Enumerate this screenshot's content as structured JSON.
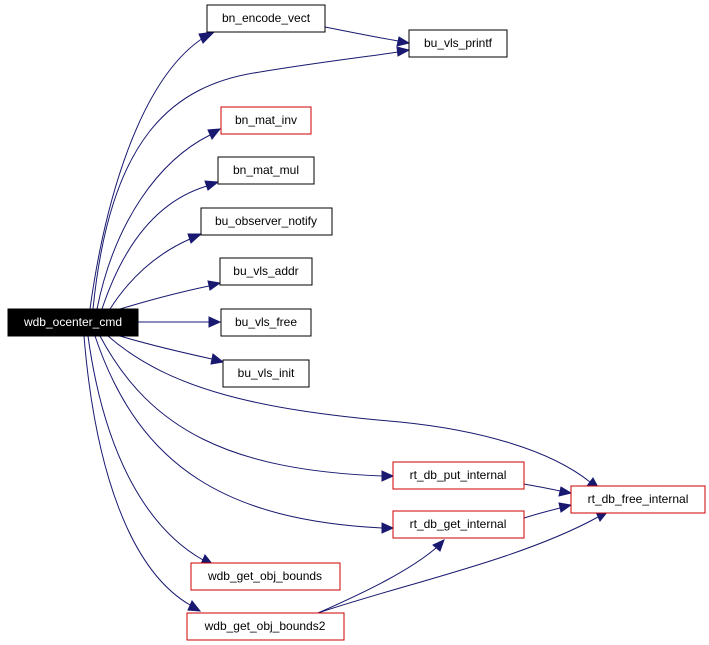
{
  "colors": {
    "root_fill": "#000000",
    "root_text": "#ffffff",
    "node_fill": "#ffffff",
    "node_text": "#000000",
    "black_border": "#000000",
    "red_border": "#cc0000",
    "edge": "#191970"
  },
  "nodes": {
    "root": {
      "label": "wdb_ocenter_cmd",
      "border": "black"
    },
    "bn_encode_vect": {
      "label": "bn_encode_vect",
      "border": "black"
    },
    "bu_vls_printf": {
      "label": "bu_vls_printf",
      "border": "black"
    },
    "bn_mat_inv": {
      "label": "bn_mat_inv",
      "border": "red"
    },
    "bn_mat_mul": {
      "label": "bn_mat_mul",
      "border": "black"
    },
    "bu_observer_notify": {
      "label": "bu_observer_notify",
      "border": "black"
    },
    "bu_vls_addr": {
      "label": "bu_vls_addr",
      "border": "black"
    },
    "bu_vls_free": {
      "label": "bu_vls_free",
      "border": "black"
    },
    "bu_vls_init": {
      "label": "bu_vls_init",
      "border": "black"
    },
    "rt_db_put_internal": {
      "label": "rt_db_put_internal",
      "border": "red"
    },
    "rt_db_free_internal": {
      "label": "rt_db_free_internal",
      "border": "red"
    },
    "rt_db_get_internal": {
      "label": "rt_db_get_internal",
      "border": "red"
    },
    "wdb_get_obj_bounds": {
      "label": "wdb_get_obj_bounds",
      "border": "red"
    },
    "wdb_get_obj_bounds2": {
      "label": "wdb_get_obj_bounds2",
      "border": "red"
    }
  }
}
